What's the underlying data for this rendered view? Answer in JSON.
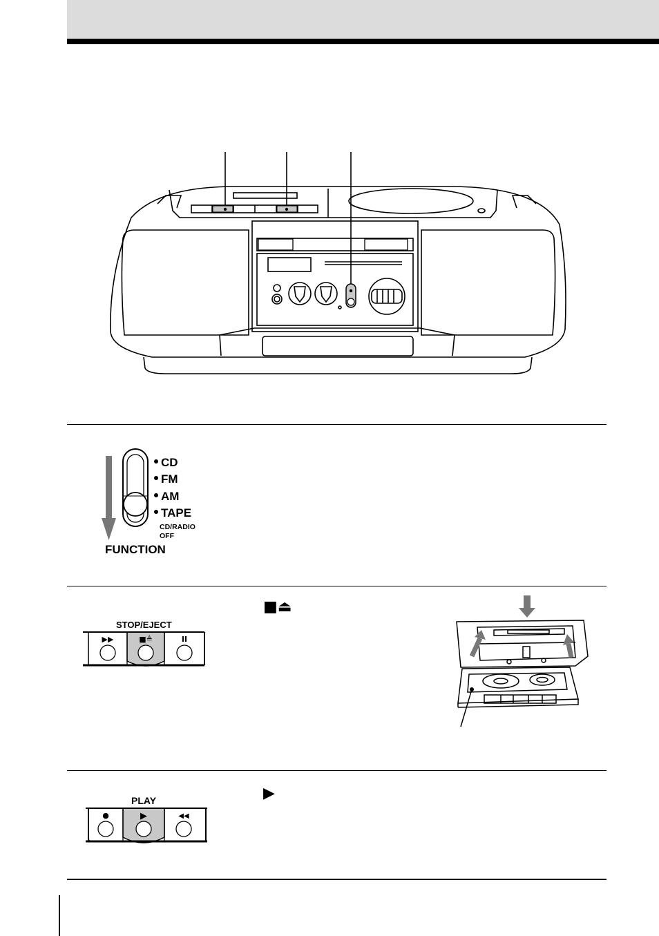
{
  "function_switch": {
    "title": "FUNCTION",
    "positions": [
      "CD",
      "FM",
      "AM",
      "TAPE"
    ],
    "sub_label_line1": "CD/RADIO",
    "sub_label_line2": "OFF"
  },
  "stop_eject": {
    "title": "STOP/EJECT",
    "key_left": "▶▶",
    "key_center": "■≜",
    "key_right": "II",
    "step_symbol": "■⏏"
  },
  "play": {
    "title": "PLAY",
    "key_left": "●",
    "key_center": "▶",
    "key_right": "◀◀",
    "step_symbol": "▶"
  },
  "colors": {
    "header_band": "#dcdcdc",
    "highlight": "#c8c8c8",
    "arrow": "#777777"
  }
}
